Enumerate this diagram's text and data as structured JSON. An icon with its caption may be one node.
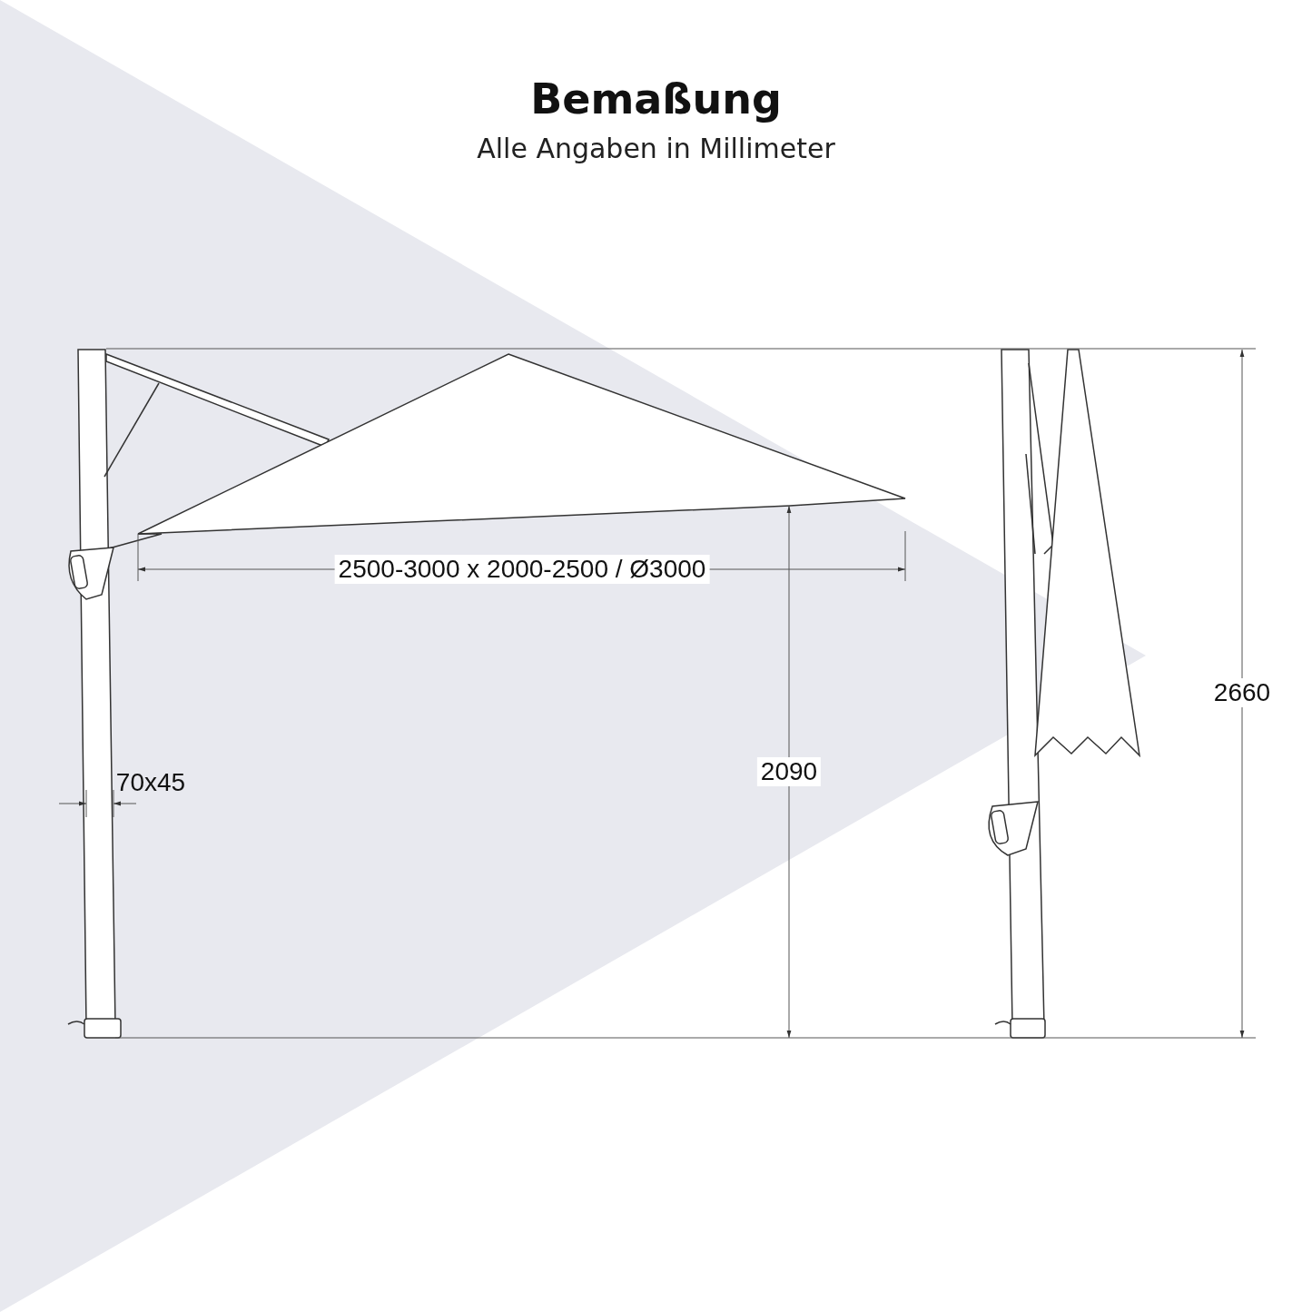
{
  "diagram": {
    "title": "Bemaßung",
    "caption": "Alle Angaben in Millimeter",
    "labels": [
      "2500-3000 x 2000-2500 / Ø3000",
      "2660",
      "2090",
      "70x45"
    ]
  }
}
